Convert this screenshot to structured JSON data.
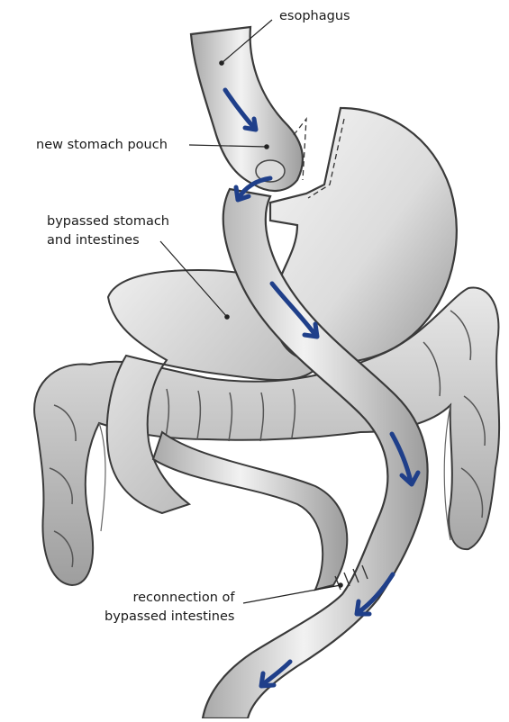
{
  "labels": {
    "esophagus": "esophagus",
    "pouch": "new stomach pouch",
    "bypassed_line1": "bypassed stomach",
    "bypassed_line2": "and intestines",
    "reconnection_line1": "reconnection of",
    "reconnection_line2": "bypassed intestines"
  },
  "colors": {
    "arrow": "#1f3f8a",
    "outline": "#3a3a3a",
    "shade_dark": "#8a8a8a",
    "shade_mid": "#b8b8b8",
    "shade_light": "#e6e6e6",
    "leader": "#222222"
  }
}
